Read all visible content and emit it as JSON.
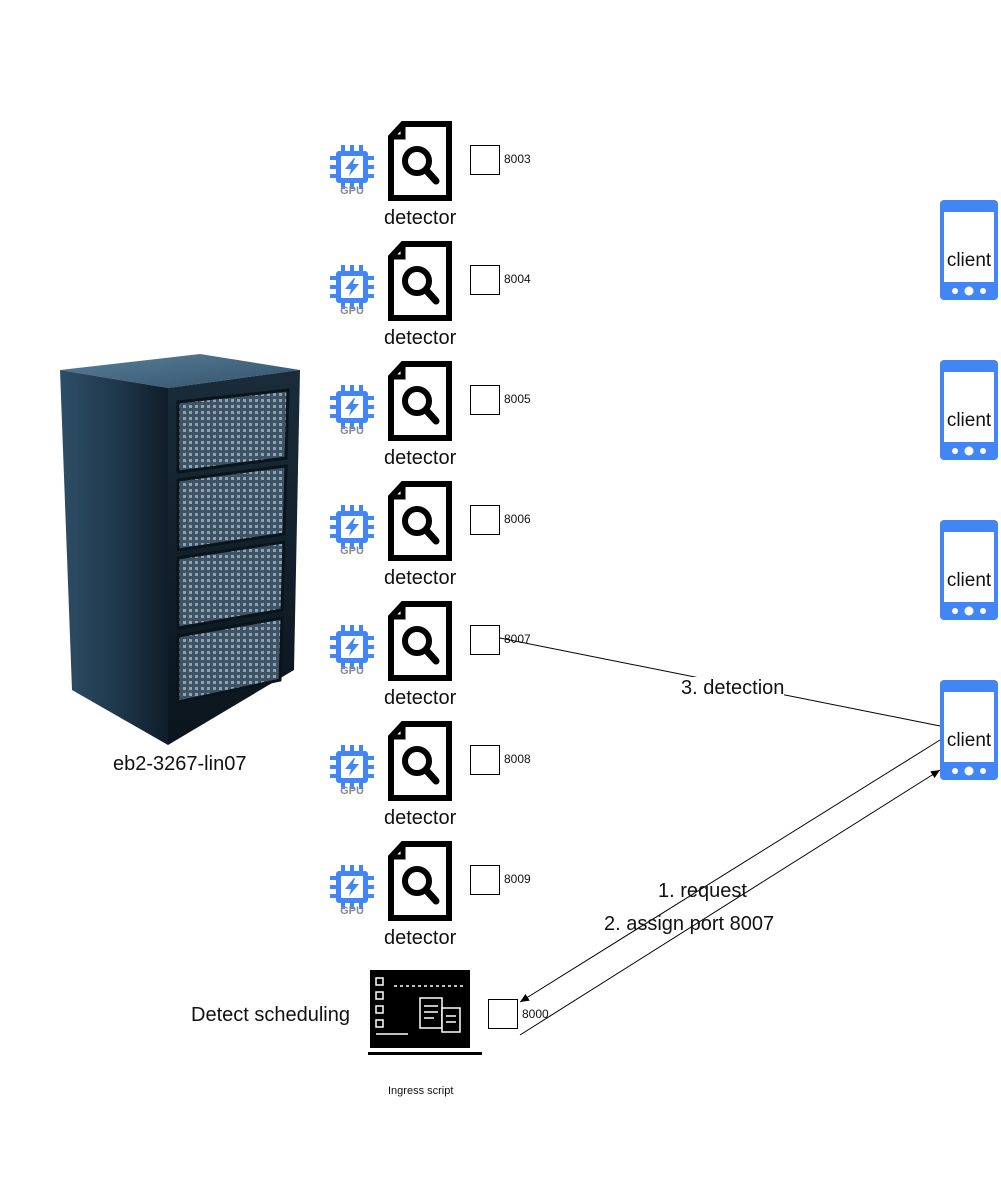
{
  "server": {
    "label": "eb2-3267-lin07",
    "icon": "server-rack-icon"
  },
  "detectors": [
    {
      "label": "detector",
      "gpu_label": "GPU",
      "port": "8003"
    },
    {
      "label": "detector",
      "gpu_label": "GPU",
      "port": "8004"
    },
    {
      "label": "detector",
      "gpu_label": "GPU",
      "port": "8005"
    },
    {
      "label": "detector",
      "gpu_label": "GPU",
      "port": "8006"
    },
    {
      "label": "detector",
      "gpu_label": "GPU",
      "port": "8007"
    },
    {
      "label": "detector",
      "gpu_label": "GPU",
      "port": "8008"
    },
    {
      "label": "detector",
      "gpu_label": "GPU",
      "port": "8009"
    }
  ],
  "scheduler": {
    "title": "Detect scheduling",
    "caption": "Ingress script",
    "port": "8000"
  },
  "clients": [
    {
      "label": "client"
    },
    {
      "label": "client"
    },
    {
      "label": "client"
    },
    {
      "label": "client"
    }
  ],
  "edges": {
    "request": "1. request",
    "assign": "2. assign port 8007",
    "detection": "3. detection"
  },
  "colors": {
    "gpu_blue": "#4285f4",
    "client_blue": "#4285f4",
    "line": "#000000"
  }
}
